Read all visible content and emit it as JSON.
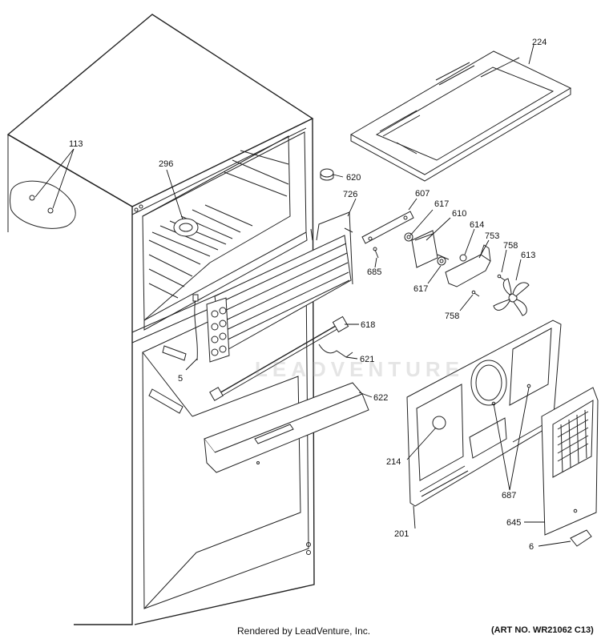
{
  "diagram": {
    "callouts": {
      "p113": "113",
      "p296": "296",
      "p620": "620",
      "p726": "726",
      "p607": "607",
      "p617a": "617",
      "p610": "610",
      "p614": "614",
      "p753": "753",
      "p758a": "758",
      "p613": "613",
      "p685": "685",
      "p617b": "617",
      "p758b": "758",
      "p618": "618",
      "p621": "621",
      "p5": "5",
      "p622": "622",
      "p224": "224",
      "p214": "214",
      "p687": "687",
      "p201": "201",
      "p645": "645",
      "p6": "6"
    },
    "watermark": "LEADVENTURE",
    "footer": {
      "credit": "Rendered by LeadVenture, Inc.",
      "art_number": "(ART NO. WR21062 C13)"
    }
  }
}
